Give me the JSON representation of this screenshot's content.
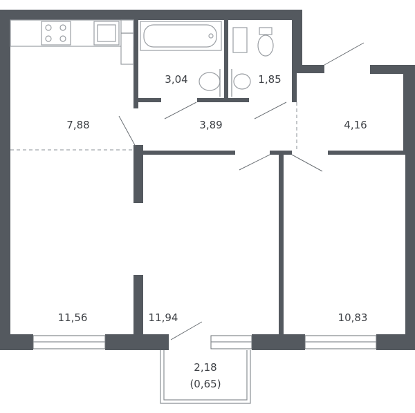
{
  "rooms": {
    "kitchen": {
      "area": "7,88"
    },
    "bathroom": {
      "area": "3,04"
    },
    "toilet": {
      "area": "1,85"
    },
    "hallway": {
      "area": "3,89"
    },
    "hall_right": {
      "area": "4,16"
    },
    "living_left": {
      "area": "11,56"
    },
    "bedroom_middle": {
      "area": "11,94"
    },
    "bedroom_right": {
      "area": "10,83"
    },
    "balcony": {
      "area": "2,18",
      "reduced_area": "(0,65)"
    }
  },
  "colors": {
    "wall": "#54595f",
    "label": "#3d4045",
    "fixture_line": "#9a9ea3"
  }
}
